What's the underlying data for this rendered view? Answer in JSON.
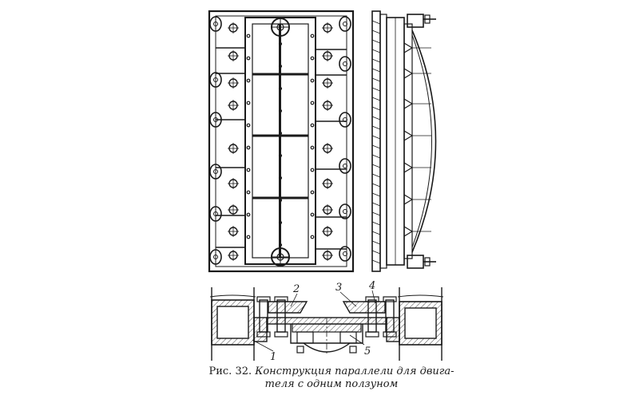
{
  "figure": {
    "caption_prefix": "Рис. 32.",
    "caption_line1": "Конструкция параллели для двига-",
    "caption_line2": "теля с одним ползуном",
    "labels": [
      "1",
      "2",
      "3",
      "4",
      "5"
    ]
  },
  "colors": {
    "ink": "#1a1a1a",
    "paper": "#ffffff"
  }
}
